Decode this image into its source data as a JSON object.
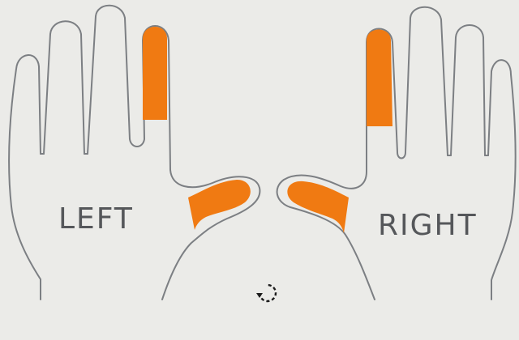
{
  "labels": {
    "left": "LEFT",
    "right": "RIGHT"
  },
  "icons": {
    "refresh": "rotate-ccw-icon"
  },
  "colors": {
    "highlight": "#f07a12",
    "outline": "#7c7f83",
    "text": "#55575a",
    "background": "#ebebe8"
  },
  "highlighted": {
    "left_hand": [
      "index-finger",
      "thumb"
    ],
    "right_hand": [
      "index-finger",
      "thumb"
    ]
  }
}
